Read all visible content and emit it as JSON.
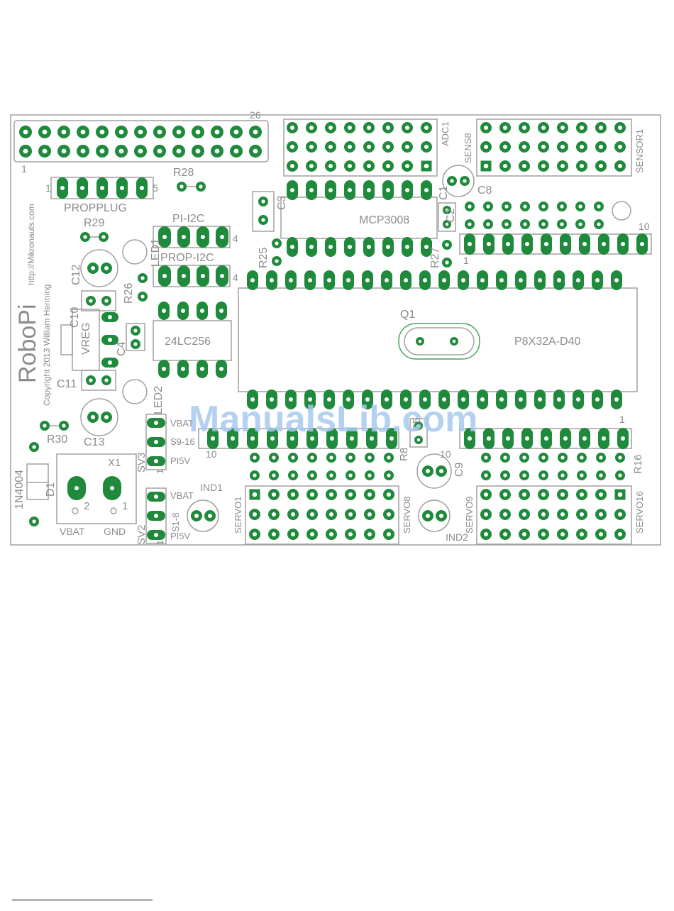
{
  "colors": {
    "pad": "#1f8a3c",
    "silk": "#8c8c8c",
    "outline": "#a0a0a0",
    "hole": "#ffffff",
    "watermark": "#a9c9ef"
  },
  "board": {
    "title": "RoboPi",
    "url": "http://Mikronauts.com",
    "copyright": "Copyright 2013 William Henning",
    "watermark": "ManualsLib.com"
  },
  "labels": {
    "header_26": "26",
    "header_1": "1",
    "propplug": "PROPPLUG",
    "propplug_1": "1",
    "propplug_5": "5",
    "r28": "R28",
    "r29": "R29",
    "pi_i2c": "PI-I2C",
    "prop_i2c": "PROP-I2C",
    "pi_i2c_4": "4",
    "prop_i2c_4": "4",
    "c12": "C12",
    "r26": "R26",
    "led1": "LED1",
    "c10": "C10",
    "vreg": "VREG",
    "c4": "C4",
    "eeprom": "24LC256",
    "c11": "C11",
    "led2": "LED2",
    "c13": "C13",
    "r30": "R30",
    "d1": "D1",
    "n4004": "1N4004",
    "x1": "X1",
    "x1_2": "2",
    "x1_1": "1",
    "vbat_bottom": "VBAT",
    "gnd_bottom": "GND",
    "sv3": "SV3",
    "sv3_vbat": "VBAT",
    "sv3_s916": "S9-16",
    "sv3_pi5v": "PI5V",
    "sv3_1": "1",
    "sv2": "SV2",
    "sv2_vbat": "VBAT",
    "sv2_s18": "S1-8",
    "sv2_pi5v": "PI5V",
    "sv2_1": "1",
    "ind1": "IND1",
    "ind2": "IND2",
    "servo1": "SERVO1",
    "servo8": "SERVO8",
    "servo9": "SERVO9",
    "servo16": "SERVO16",
    "c3": "C3",
    "mcp3008": "MCP3008",
    "r25": "R25",
    "adc1": "ADC1",
    "sens8": "SENS8",
    "sensor1": "SENSOR1",
    "c1": "C1",
    "c8": "C8",
    "r27": "R27",
    "c2": "C2",
    "sensor_row_10": "10",
    "sensor_row_1": "1",
    "q1": "Q1",
    "mcu": "P8X32A-D40",
    "r8": "R8",
    "c5": "C5",
    "c9": "C9",
    "servo_row_10_left": "10",
    "servo_row_10_right": "10",
    "servo_row_1": "1",
    "r16": "R16"
  }
}
